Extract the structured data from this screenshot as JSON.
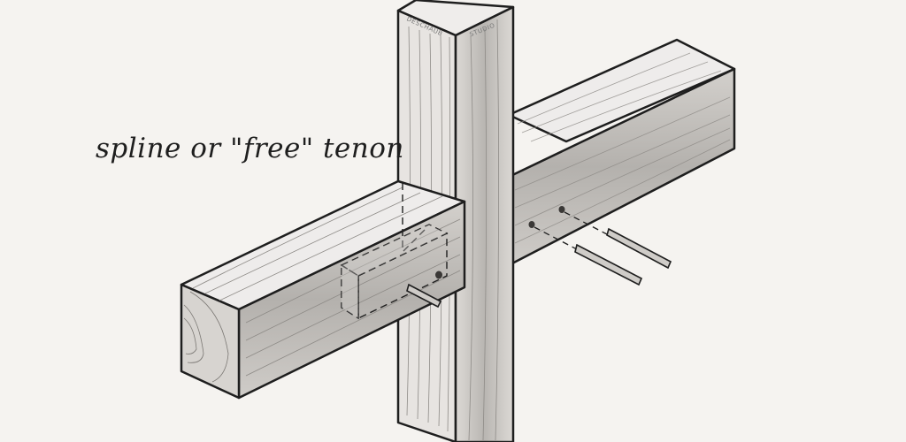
{
  "caption": "spline or \"free\" tenon",
  "signature": {
    "left": "DESCHAUB",
    "right": "STUDIO"
  },
  "colors": {
    "background": "#f5f3f0",
    "wood_light": "#e4e1dd",
    "wood_mid": "#c7c4c0",
    "wood_dark": "#a9a6a2",
    "ink": "#1e1e1e"
  }
}
